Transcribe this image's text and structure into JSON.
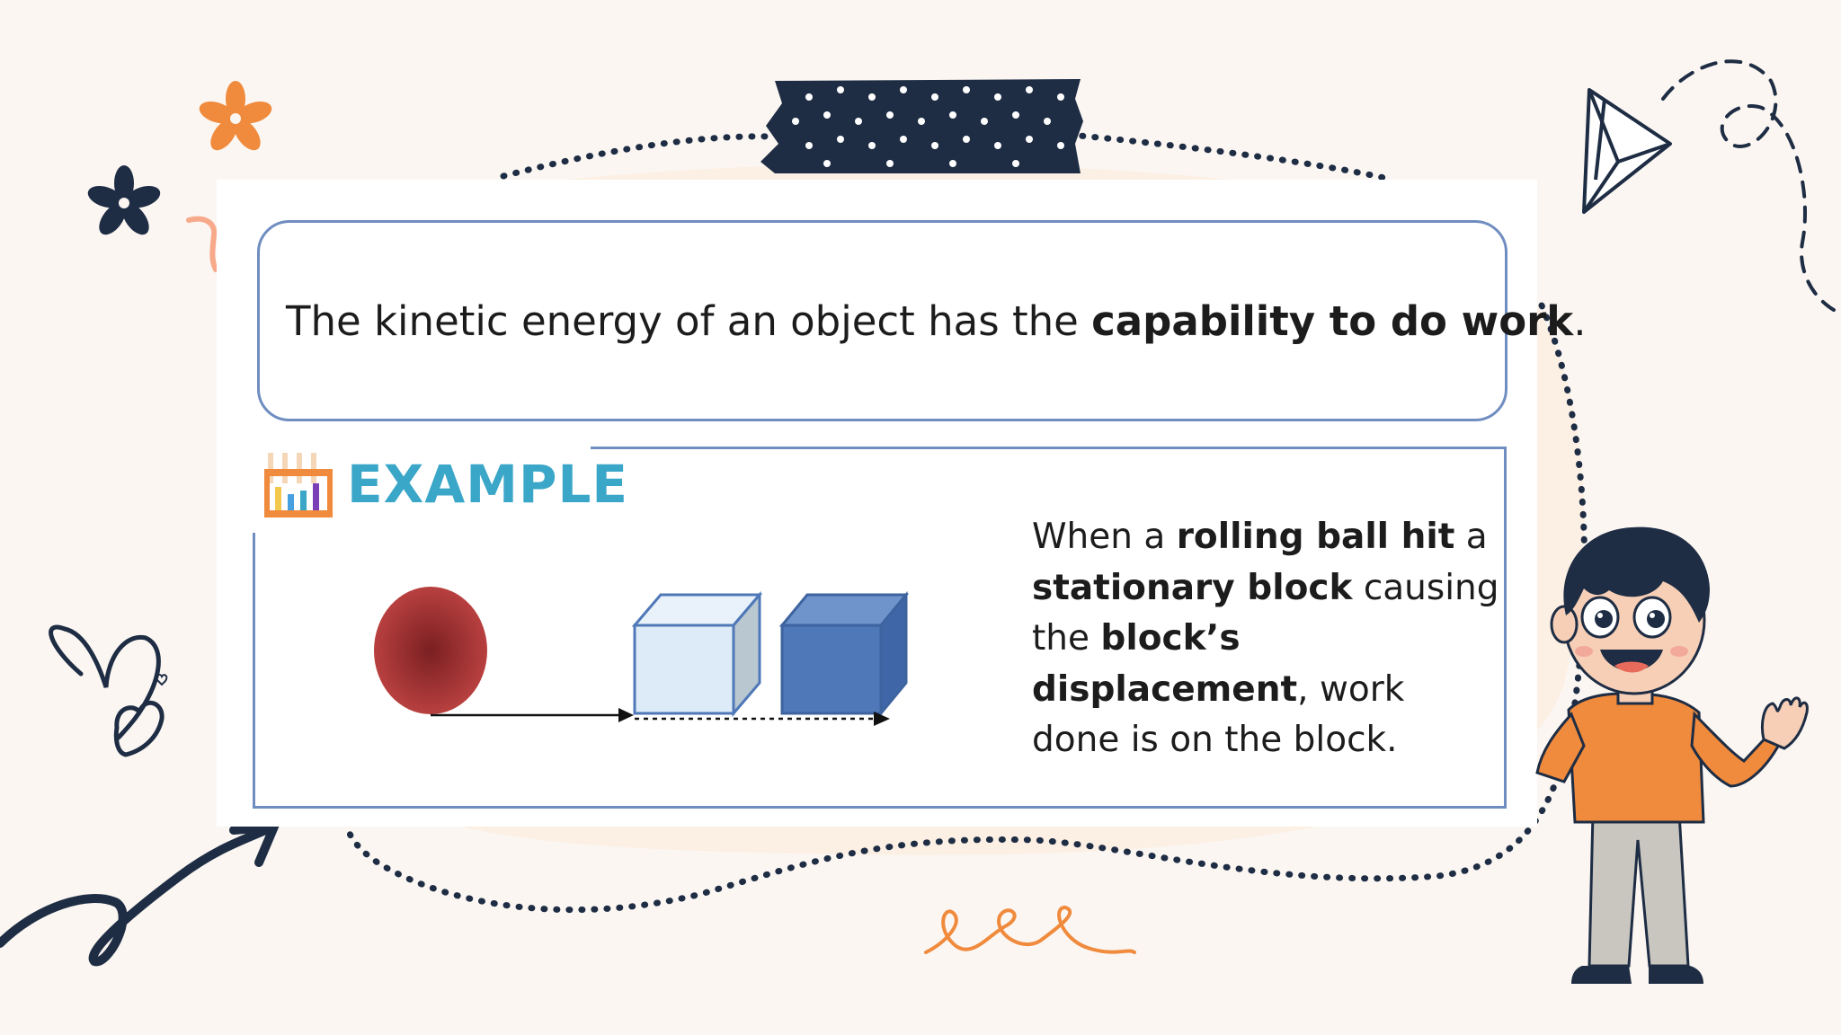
{
  "definition": {
    "prefix": "The kinetic energy of an object has the ",
    "emphasis": "capability to do work",
    "suffix": "."
  },
  "example": {
    "title": "EXAMPLE",
    "text": {
      "p1": "When a ",
      "b1": "rolling ball hit",
      "p2": " a ",
      "b2": "stationary block",
      "p3": " causing the ",
      "b3": "block’s displacement",
      "p4": ", work done is on the block."
    }
  },
  "colors": {
    "background": "#fbf6f2",
    "border": "#6f8dc0",
    "title": "#3aa6c8",
    "ball": "#b0343a",
    "block_light": "#dcebf7",
    "block_dark": "#4f78b8",
    "navy": "#1e2d44",
    "orange": "#f08a3c"
  },
  "icons": [
    "flower-icon",
    "paper-plane-icon",
    "heart-doodle-icon",
    "arrow-doodle-icon",
    "loop-doodle-icon",
    "test-tubes-icon",
    "tape-icon"
  ]
}
